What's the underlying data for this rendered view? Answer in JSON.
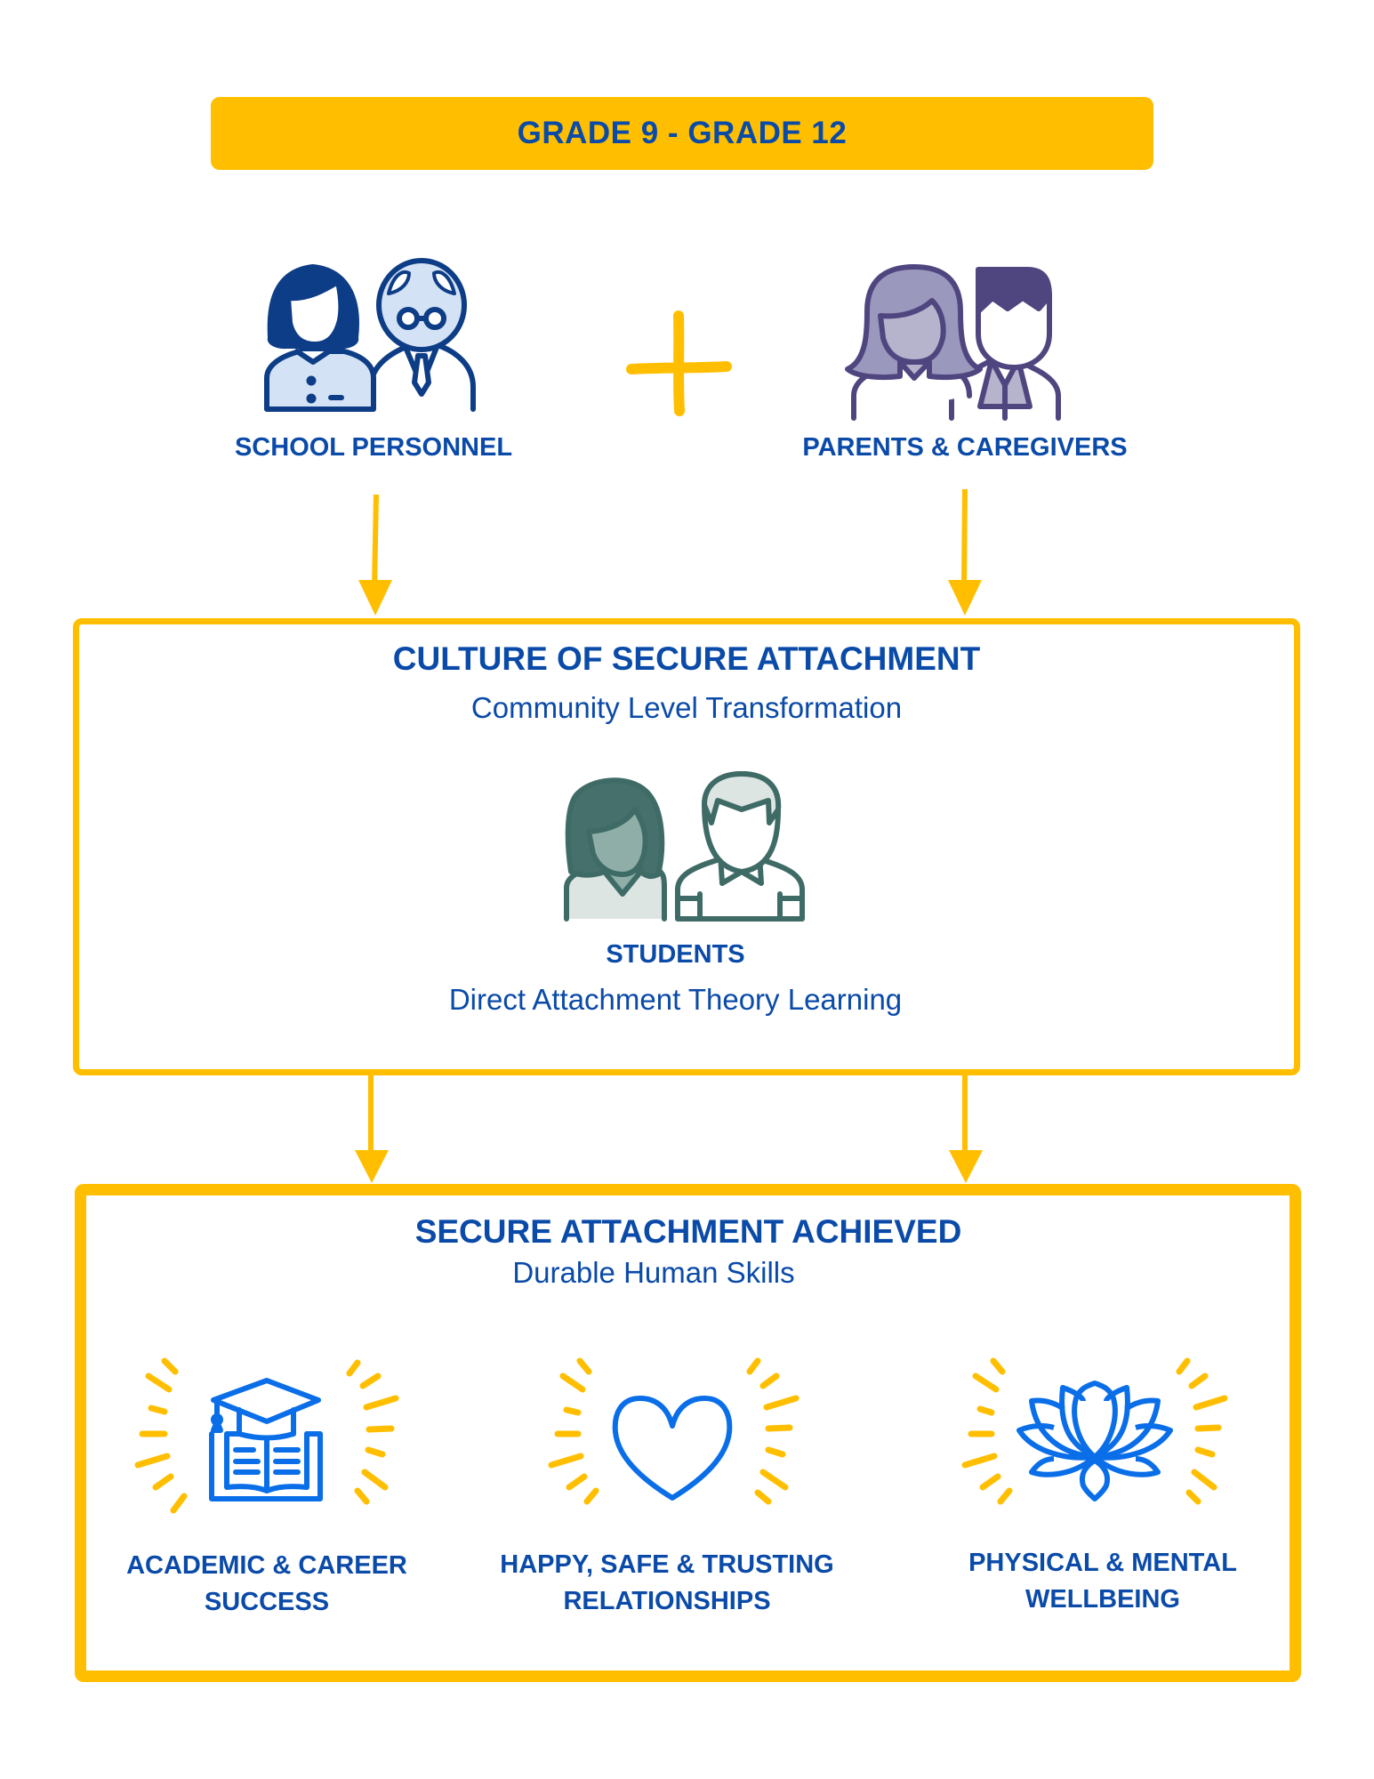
{
  "header": {
    "grade_range": "GRADE 9 - GRADE 12"
  },
  "top_groups": [
    {
      "label": "SCHOOL PERSONNEL",
      "icon": "teachers-icon"
    },
    {
      "label": "PARENTS & CAREGIVERS",
      "icon": "parents-icon"
    }
  ],
  "connector": {
    "symbol": "plus-icon"
  },
  "culture_box": {
    "title": "CULTURE OF SECURE ATTACHMENT",
    "subtitle": "Community Level Transformation",
    "students_label": "STUDENTS",
    "students_subtitle": "Direct Attachment Theory Learning"
  },
  "outcome_box": {
    "title": "SECURE ATTACHMENT ACHIEVED",
    "subtitle": "Durable Human Skills",
    "outcomes": [
      {
        "line1": "ACADEMIC & CAREER",
        "line2": "SUCCESS",
        "icon": "graduation-book-icon"
      },
      {
        "line1": "HAPPY, SAFE & TRUSTING",
        "line2": "RELATIONSHIPS",
        "icon": "heart-icon"
      },
      {
        "line1": "PHYSICAL & MENTAL",
        "line2": "WELLBEING",
        "icon": "lotus-icon"
      }
    ]
  },
  "colors": {
    "accent_yellow": "#ffbf00",
    "text_blue": "#0a4aa8",
    "icon_navy": "#0d3d86",
    "icon_purple": "#4f4680",
    "icon_teal": "#3f6b66",
    "outcome_icon_blue": "#0a6ee8"
  }
}
